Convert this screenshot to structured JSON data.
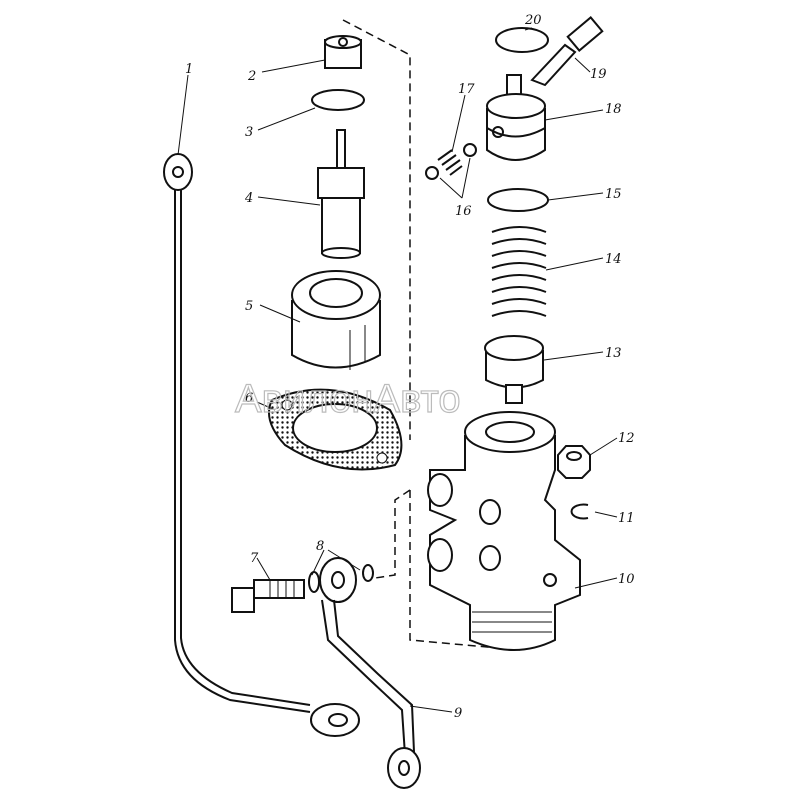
{
  "diagram": {
    "watermark": "АвилонАвто",
    "part_labels": [
      "1",
      "2",
      "3",
      "4",
      "5",
      "6",
      "7",
      "8",
      "9",
      "10",
      "11",
      "12",
      "13",
      "14",
      "15",
      "16",
      "17",
      "18",
      "19",
      "20"
    ],
    "line_color": "#111111",
    "background": "#ffffff"
  }
}
